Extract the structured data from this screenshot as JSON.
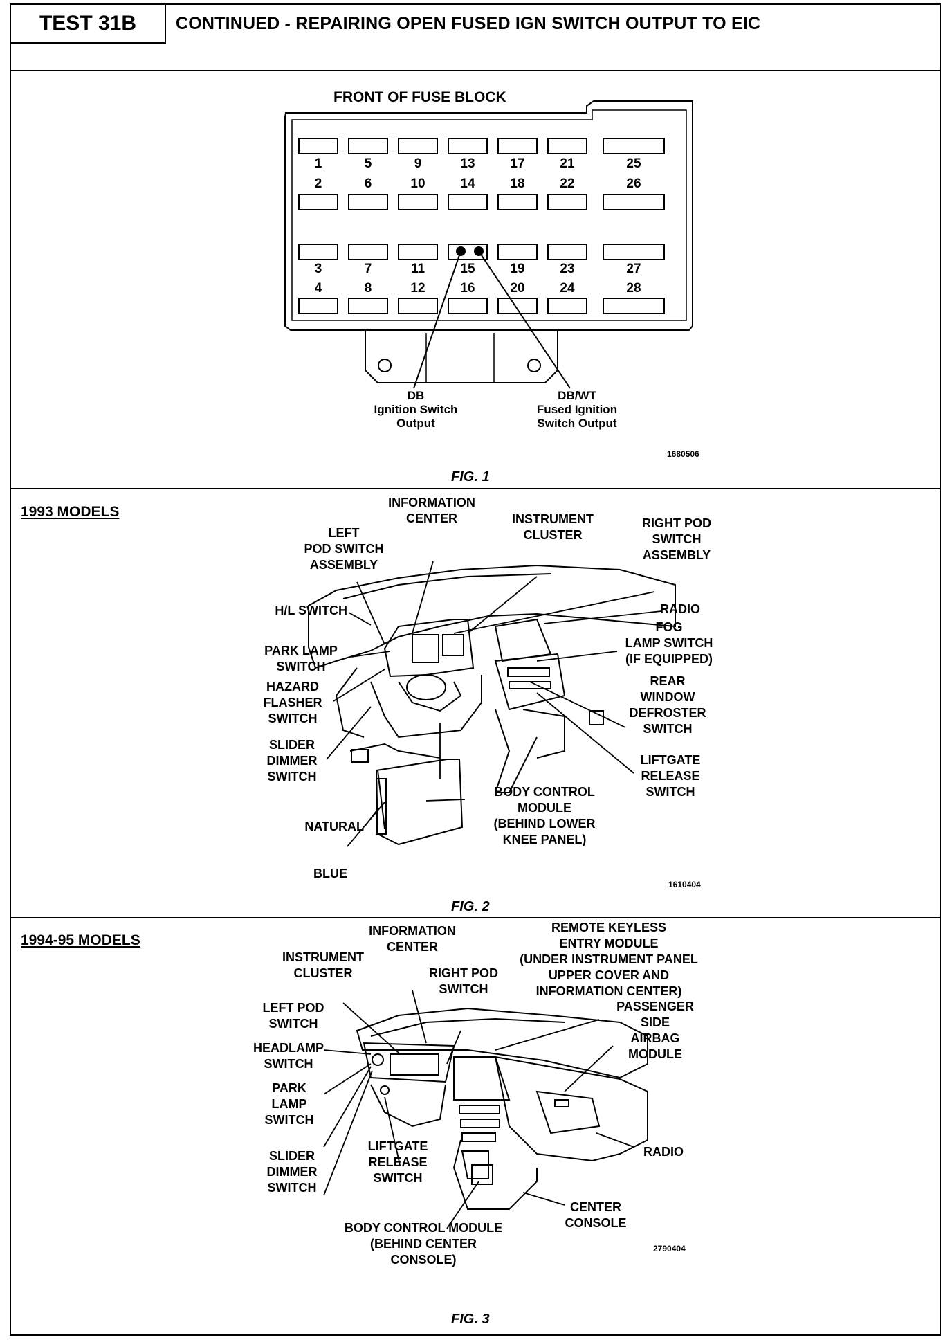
{
  "header": {
    "test_id": "TEST 31B",
    "title": "CONTINUED - REPAIRING OPEN FUSED IGN SWITCH OUTPUT TO EIC"
  },
  "fig1": {
    "title": "FRONT OF FUSE BLOCK",
    "caption": "FIG. 1",
    "ref": "1680506",
    "fuse_numbers": {
      "row1": [
        "1",
        "5",
        "9",
        "13",
        "17",
        "21",
        "25"
      ],
      "row2": [
        "2",
        "6",
        "10",
        "14",
        "18",
        "22",
        "26"
      ],
      "row3": [
        "3",
        "7",
        "11",
        "15",
        "19",
        "23",
        "27"
      ],
      "row4": [
        "4",
        "8",
        "12",
        "16",
        "20",
        "24",
        "28"
      ]
    },
    "callout_left": "DB\nIgnition Switch\nOutput",
    "callout_right": "DB/WT\nFused Ignition\nSwitch Output"
  },
  "fig2": {
    "section": "1993 MODELS",
    "caption": "FIG. 2",
    "ref": "1610404",
    "labels": {
      "information_center": "INFORMATION\nCENTER",
      "instrument_cluster": "INSTRUMENT\nCLUSTER",
      "right_pod": "RIGHT POD\nSWITCH\nASSEMBLY",
      "left_pod": "LEFT\nPOD SWITCH\nASSEMBLY",
      "hl_switch": "H/L SWITCH",
      "radio": "RADIO",
      "fog_lamp": "FOG\nLAMP SWITCH\n(IF EQUIPPED)",
      "park_lamp": "PARK LAMP\nSWITCH",
      "hazard": "HAZARD\nFLASHER\nSWITCH",
      "rear_window": "REAR\nWINDOW\nDEFROSTER\nSWITCH",
      "slider_dimmer": "SLIDER\nDIMMER\nSWITCH",
      "liftgate": "LIFTGATE\nRELEASE\nSWITCH",
      "natural": "NATURAL",
      "blue": "BLUE",
      "bcm": "BODY CONTROL\nMODULE\n(BEHIND LOWER\nKNEE PANEL)"
    }
  },
  "fig3": {
    "section": "1994-95 MODELS",
    "caption": "FIG. 3",
    "ref": "2790404",
    "labels": {
      "information_center": "INFORMATION\nCENTER",
      "remote_keyless": "REMOTE KEYLESS\nENTRY MODULE\n(UNDER INSTRUMENT PANEL\nUPPER COVER AND\nINFORMATION CENTER)",
      "instrument_cluster": "INSTRUMENT\nCLUSTER",
      "right_pod": "RIGHT POD\nSWITCH",
      "left_pod": "LEFT POD\nSWITCH",
      "passenger_airbag": "PASSENGER\nSIDE\nAIRBAG\nMODULE",
      "headlamp": "HEADLAMP\nSWITCH",
      "park_lamp": "PARK\nLAMP\nSWITCH",
      "radio": "RADIO",
      "slider_dimmer": "SLIDER\nDIMMER\nSWITCH",
      "liftgate": "LIFTGATE\nRELEASE\nSWITCH",
      "center_console": "CENTER\nCONSOLE",
      "bcm": "BODY CONTROL MODULE\n(BEHIND CENTER\nCONSOLE)"
    }
  }
}
